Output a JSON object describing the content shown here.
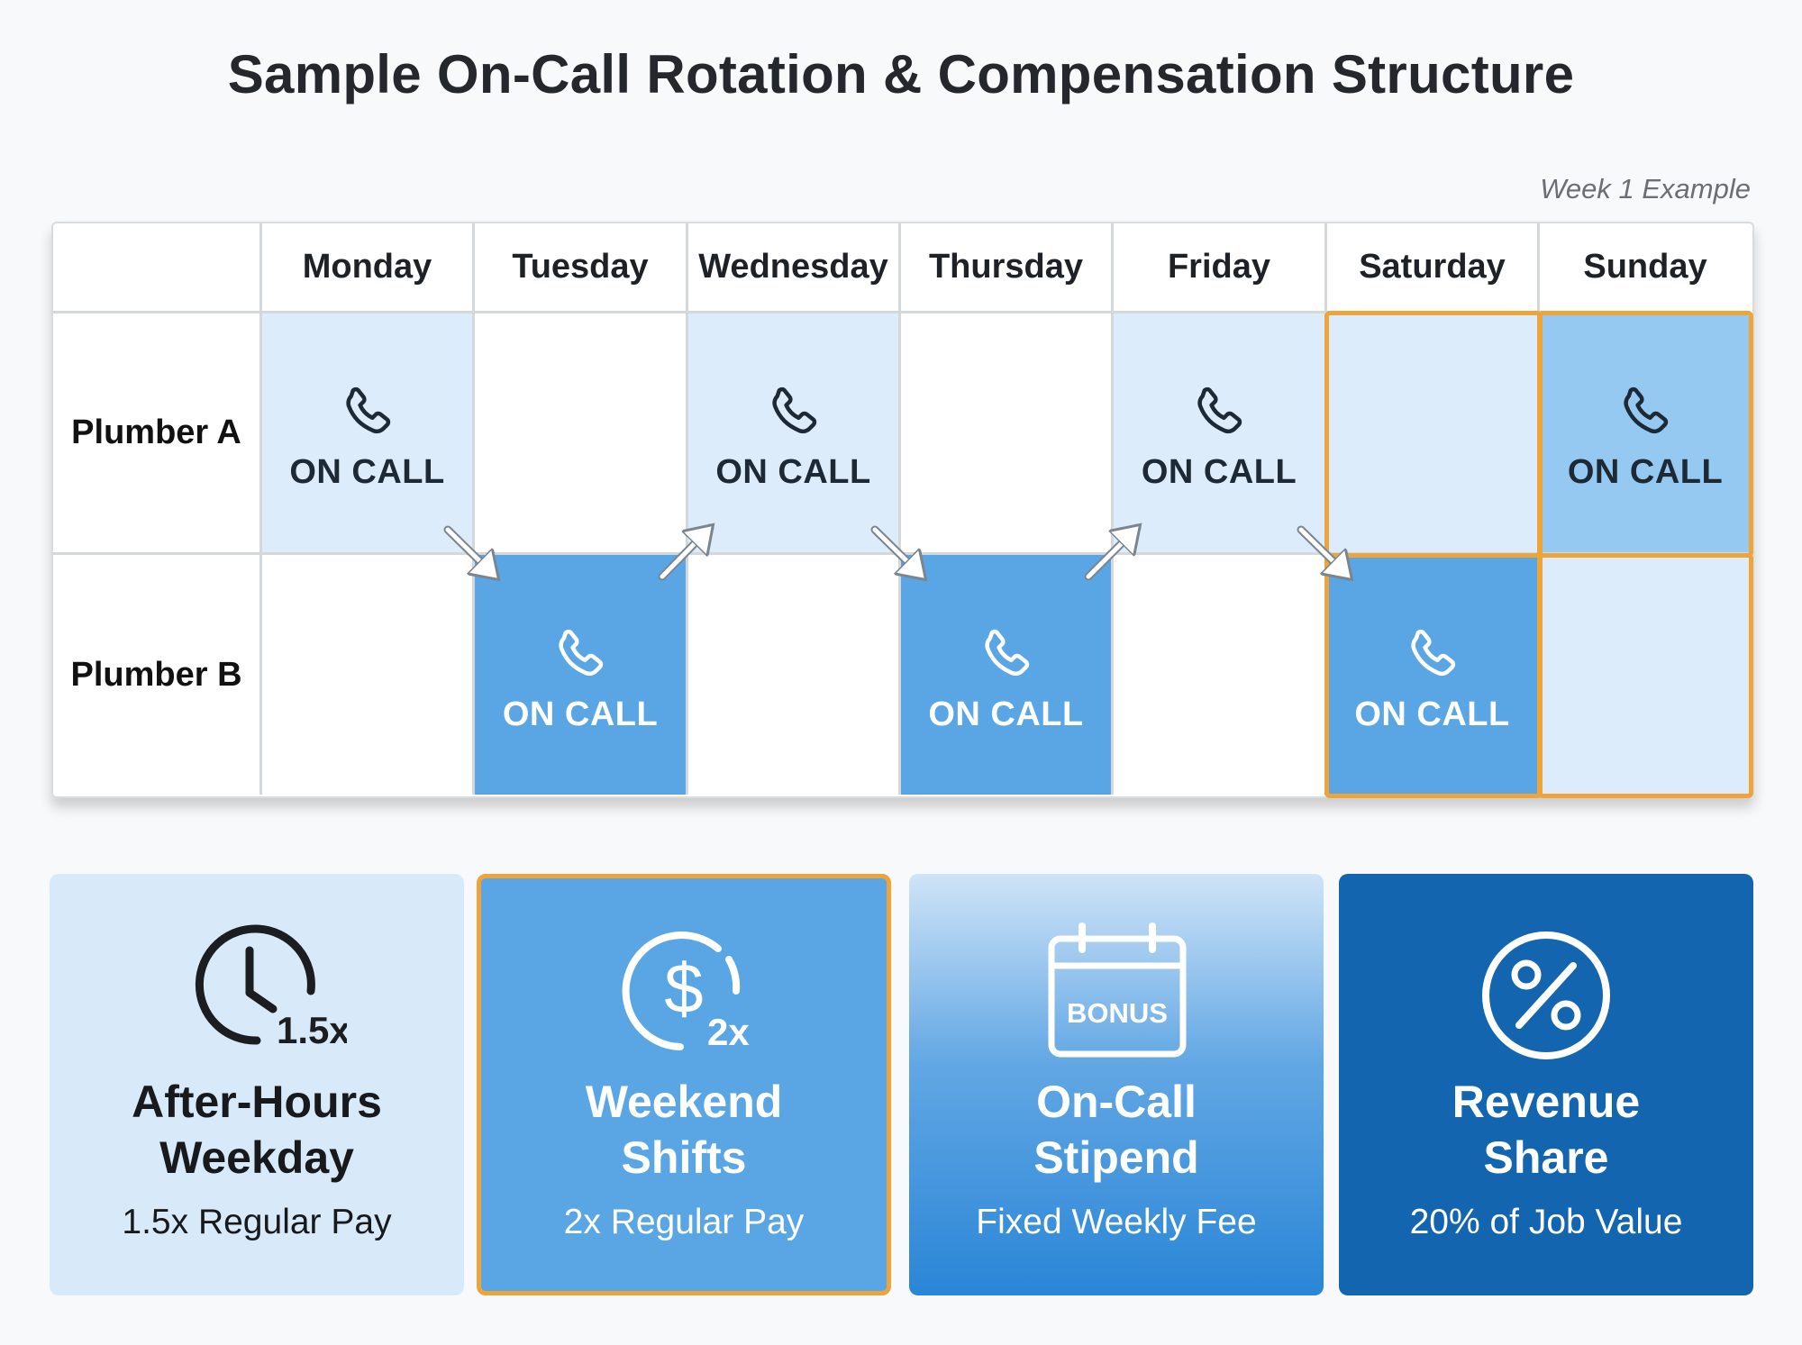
{
  "title": "Sample On-Call Rotation & Compensation Structure",
  "week_label": "Week 1 Example",
  "schedule": {
    "days": [
      "Monday",
      "Tuesday",
      "Wednesday",
      "Thursday",
      "Friday",
      "Saturday",
      "Sunday"
    ],
    "rows": [
      {
        "name": "Plumber A",
        "slots": [
          "ON CALL",
          "",
          "ON CALL",
          "",
          "ON CALL",
          "",
          "ON CALL"
        ]
      },
      {
        "name": "Plumber B",
        "slots": [
          "",
          "ON CALL",
          "",
          "ON CALL",
          "",
          "ON CALL",
          ""
        ]
      }
    ],
    "weekend_highlight_days": [
      "Saturday",
      "Sunday"
    ]
  },
  "cards": [
    {
      "badge": "1.5x",
      "title_line1": "After-Hours",
      "title_line2": "Weekday",
      "subtitle": "1.5x Regular Pay",
      "icon": "clock-icon"
    },
    {
      "badge": "2x",
      "title_line1": "Weekend",
      "title_line2": "Shifts",
      "subtitle": "2x Regular Pay",
      "icon": "dollar-cycle-icon"
    },
    {
      "badge": "BONUS",
      "title_line1": "On-Call",
      "title_line2": "Stipend",
      "subtitle": "Fixed Weekly Fee",
      "icon": "calendar-bonus-icon"
    },
    {
      "badge": "",
      "title_line1": "Revenue",
      "title_line2": "Share",
      "subtitle": "20% of Job Value",
      "icon": "percent-icon"
    }
  ],
  "colors": {
    "accent_orange": "#eda43a",
    "on_call_dark": "#5aa6e5",
    "on_call_light": "#dcecfa",
    "on_call_mid": "#95c9f2",
    "card_dark": "#1465b0"
  }
}
